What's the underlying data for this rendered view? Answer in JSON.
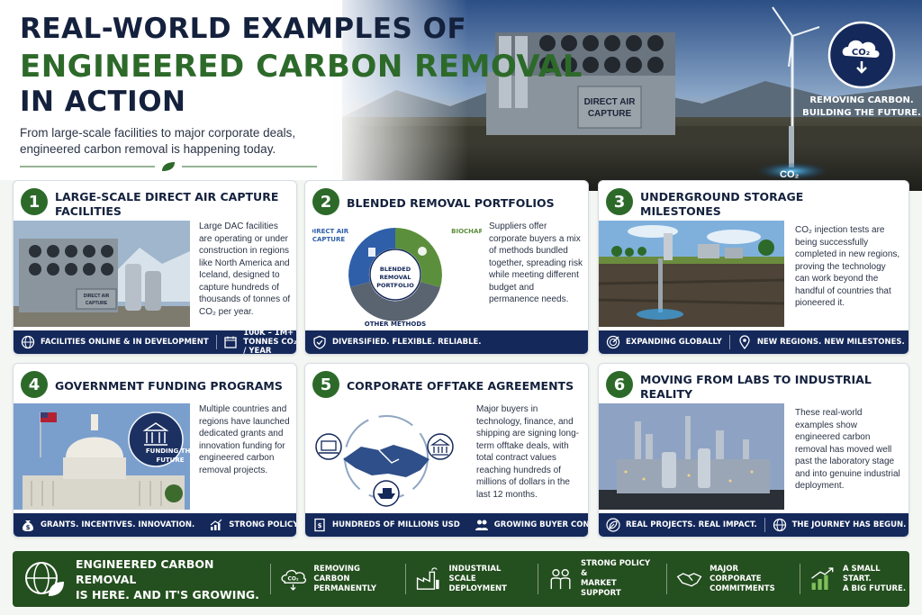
{
  "hero": {
    "title_line1": "REAL-WORLD EXAMPLES OF",
    "title_line2": "ENGINEERED CARBON REMOVAL",
    "title_line3": "IN ACTION",
    "subtitle": "From large-scale facilities to major corporate deals, engineered carbon removal is happening today.",
    "badge_text": "CO₂",
    "tagline_line1": "REMOVING CARBON.",
    "tagline_line2": "BUILDING THE FUTURE.",
    "facility_sign": "DIRECT AIR CAPTURE",
    "underground_label": "CO₂"
  },
  "colors": {
    "navy": "#14285a",
    "green": "#2d6a2a",
    "dark_green": "#244f1f",
    "text": "#1a2438"
  },
  "cards": [
    {
      "number": "1",
      "title": "LARGE-SCALE DIRECT AIR CAPTURE FACILITIES",
      "body": "Large DAC facilities are operating or under construction in regions like North America and Iceland, designed to capture hundreds of thousands of tonnes of CO₂ per year.",
      "image_sign": "DIRECT AIR CAPTURE",
      "footer": [
        {
          "icon": "globe-icon",
          "label": "FACILITIES ONLINE & IN DEVELOPMENT"
        },
        {
          "icon": "calendar-icon",
          "label": "100K – 1M+ TONNES CO₂ / YEAR"
        }
      ]
    },
    {
      "number": "2",
      "title": "BLENDED REMOVAL PORTFOLIOS",
      "body": "Suppliers offer corporate buyers a mix of methods bundled together, spreading risk while meeting different budget and permanence needs.",
      "donut": {
        "center": "BLENDED REMOVAL PORTFOLIO",
        "segments": [
          "DIRECT AIR CAPTURE",
          "BIOCHAR",
          "OTHER METHODS"
        ]
      },
      "footer": [
        {
          "icon": "shield-check-icon",
          "label": "DIVERSIFIED. FLEXIBLE. RELIABLE."
        }
      ]
    },
    {
      "number": "3",
      "title": "UNDERGROUND STORAGE MILESTONES",
      "body": "CO₂ injection tests are being successfully completed in new regions, proving the technology can work beyond the handful of countries that pioneered it.",
      "footer": [
        {
          "icon": "target-icon",
          "label": "EXPANDING GLOBALLY"
        },
        {
          "icon": "location-pin-icon",
          "label": "NEW REGIONS. NEW MILESTONES."
        }
      ]
    },
    {
      "number": "4",
      "title": "GOVERNMENT FUNDING PROGRAMS",
      "body": "Multiple countries and regions have launched dedicated grants and innovation funding for engineered carbon removal projects.",
      "badge": "FUNDING THE FUTURE",
      "footer": [
        {
          "icon": "money-bag-icon",
          "label": "GRANTS. INCENTIVES. INNOVATION."
        },
        {
          "icon": "trend-chart-icon",
          "label": "STRONG POLICY MOMENTUM"
        }
      ]
    },
    {
      "number": "5",
      "title": "CORPORATE OFFTAKE AGREEMENTS",
      "body": "Major buyers in technology, finance, and shipping are signing long-term offtake deals, with total contract values reaching hundreds of millions of dollars in the last 12 months.",
      "footer": [
        {
          "icon": "contract-dollar-icon",
          "label": "HUNDREDS OF MILLIONS USD"
        },
        {
          "icon": "people-icon",
          "label": "GROWING BUYER CONFIDENCE."
        }
      ]
    },
    {
      "number": "6",
      "title": "MOVING FROM LABS TO INDUSTRIAL REALITY",
      "body": "These real-world examples show engineered carbon removal has moved well past the laboratory stage and into genuine industrial deployment.",
      "footer": [
        {
          "icon": "leaf-icon",
          "label": "REAL PROJECTS. REAL IMPACT."
        },
        {
          "icon": "globe-icon",
          "label": "THE JOURNEY HAS BEGUN."
        }
      ]
    }
  ],
  "bottom": {
    "headline": "ENGINEERED CARBON REMOVAL\nIS HERE. AND IT'S GROWING.",
    "items": [
      {
        "icon": "co2-cloud-icon",
        "label": "REMOVING CARBON\nPERMANENTLY"
      },
      {
        "icon": "factory-icon",
        "label": "INDUSTRIAL SCALE\nDEPLOYMENT"
      },
      {
        "icon": "people-policy-icon",
        "label": "STRONG POLICY &\nMARKET SUPPORT"
      },
      {
        "icon": "handshake-icon",
        "label": "MAJOR CORPORATE\nCOMMITMENTS"
      },
      {
        "icon": "growth-bars-icon",
        "label": "A SMALL START.\nA BIG FUTURE."
      }
    ]
  }
}
